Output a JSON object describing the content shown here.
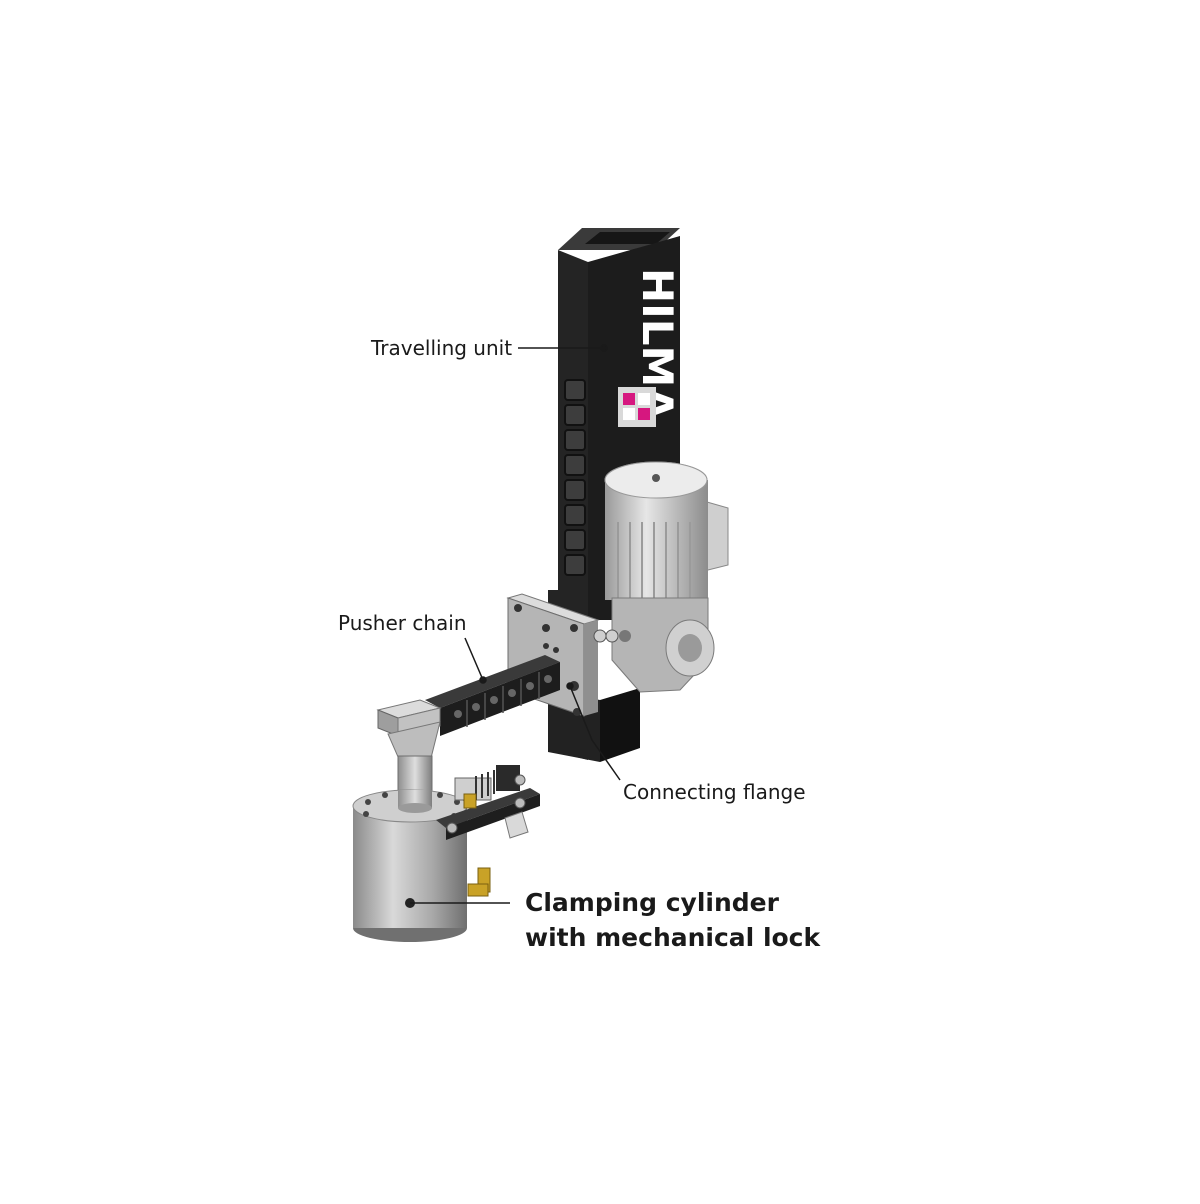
{
  "brand": {
    "name": "HILMA",
    "accent_color": "#d6177f",
    "logo_icon": "hilma-logo-icon"
  },
  "labels": {
    "travelling_unit": "Travelling unit",
    "pusher_chain": "Pusher chain",
    "connecting_flange": "Connecting flange",
    "clamping_line1": "Clamping cylinder",
    "clamping_line2": "with mechanical lock"
  },
  "colors": {
    "body_dark": "#1e1e1e",
    "steel": "#b9b9b9",
    "brass": "#c9a227",
    "text": "#1a1a1a"
  }
}
